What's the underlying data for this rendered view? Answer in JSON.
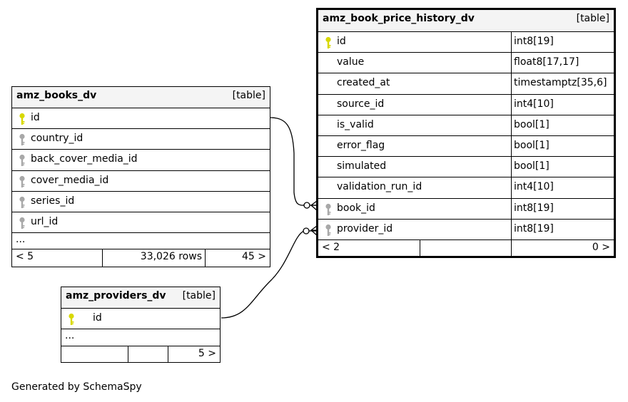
{
  "tables": {
    "price_history": {
      "name": "amz_book_price_history_dv",
      "type": "[table]",
      "columns": [
        {
          "name": "id",
          "dtype": "int8[19]",
          "key": "primary"
        },
        {
          "name": "value",
          "dtype": "float8[17,17]",
          "key": "none"
        },
        {
          "name": "created_at",
          "dtype": "timestamptz[35,6]",
          "key": "none"
        },
        {
          "name": "source_id",
          "dtype": "int4[10]",
          "key": "none"
        },
        {
          "name": "is_valid",
          "dtype": "bool[1]",
          "key": "none"
        },
        {
          "name": "error_flag",
          "dtype": "bool[1]",
          "key": "none"
        },
        {
          "name": "simulated",
          "dtype": "bool[1]",
          "key": "none"
        },
        {
          "name": "validation_run_id",
          "dtype": "int4[10]",
          "key": "none"
        },
        {
          "name": "book_id",
          "dtype": "int8[19]",
          "key": "foreign"
        },
        {
          "name": "provider_id",
          "dtype": "int8[19]",
          "key": "foreign"
        }
      ],
      "footer": {
        "parents": "< 2",
        "rows": "",
        "children": "0 >"
      }
    },
    "books": {
      "name": "amz_books_dv",
      "type": "[table]",
      "columns": [
        {
          "name": "id",
          "key": "primary"
        },
        {
          "name": "country_id",
          "key": "foreign"
        },
        {
          "name": "back_cover_media_id",
          "key": "foreign"
        },
        {
          "name": "cover_media_id",
          "key": "foreign"
        },
        {
          "name": "series_id",
          "key": "foreign"
        },
        {
          "name": "url_id",
          "key": "foreign"
        }
      ],
      "ellipsis": "...",
      "footer": {
        "parents": "< 5",
        "rows": "33,026 rows",
        "children": "45 >"
      }
    },
    "providers": {
      "name": "amz_providers_dv",
      "type": "[table]",
      "columns": [
        {
          "name": "id",
          "key": "primary"
        }
      ],
      "ellipsis": "...",
      "footer": {
        "parents": "",
        "rows": "",
        "children": "5 >"
      }
    }
  },
  "caption": "Generated by SchemaSpy",
  "colors": {
    "primary_key": "#d8d800",
    "foreign_key": "#a8a8a8",
    "header_bg": "#f4f4f4"
  },
  "icons": {
    "primary": "key-icon",
    "foreign": "foreign-key-icon"
  }
}
